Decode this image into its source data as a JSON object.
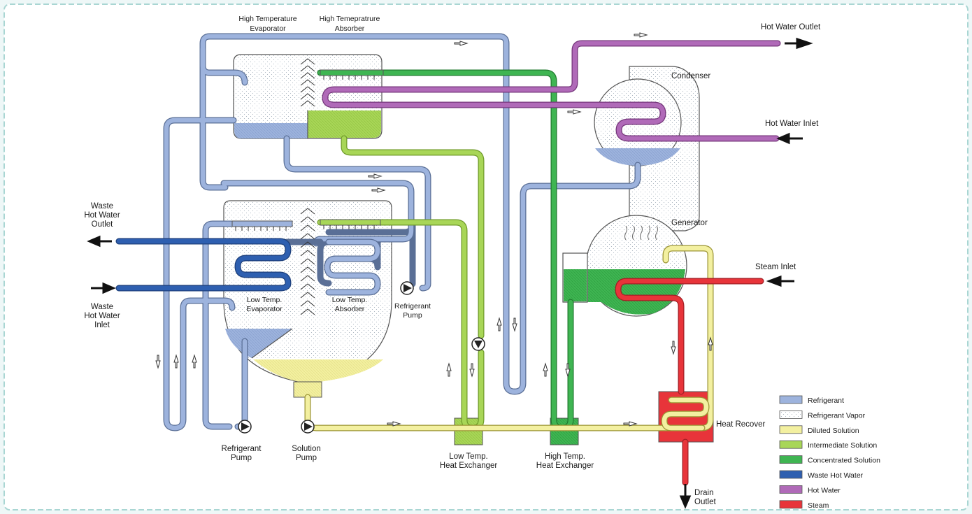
{
  "labels": {
    "high_temp_evaporator": [
      "High Temperature",
      "Evaporator"
    ],
    "high_temp_absorber": [
      "High Temepratrure",
      "Absorber"
    ],
    "hot_water_outlet": "Hot Water Outlet",
    "hot_water_inlet": "Hot Water Inlet",
    "condenser": "Condenser",
    "generator": "Generator",
    "steam_inlet": "Steam Inlet",
    "waste_hot_water_outlet": [
      "Waste",
      "Hot Water",
      "Outlet"
    ],
    "waste_hot_water_inlet": [
      "Waste",
      "Hot Water",
      "Inlet"
    ],
    "low_temp_evaporator": [
      "Low Temp.",
      "Evaporator"
    ],
    "low_temp_absorber": [
      "Low Temp.",
      "Absorber"
    ],
    "refrigerant_pump_upper": [
      "Refrigerant",
      "Pump"
    ],
    "refrigerant_pump_lower": [
      "Refrigerant",
      "Pump"
    ],
    "solution_pump": [
      "Solution",
      "Pump"
    ],
    "low_temp_heat_exchanger": [
      "Low Temp.",
      "Heat Exchanger"
    ],
    "high_temp_heat_exchanger": [
      "High Temp.",
      "Heat Exchanger"
    ],
    "heat_recover": "Heat Recover",
    "drain_outlet": [
      "Drain",
      "Outlet"
    ]
  },
  "legend": [
    {
      "label": "Refrigerant",
      "color": "#9db3dd"
    },
    {
      "label": "Refrigerant Vapor",
      "color": "#ffffff"
    },
    {
      "label": "Diluted Solution",
      "color": "#f3f0a0"
    },
    {
      "label": "Intermediate Solution",
      "color": "#a8d657"
    },
    {
      "label": "Concentrated Solution",
      "color": "#3fb552"
    },
    {
      "label": "Waste Hot Water",
      "color": "#2e5fb0"
    },
    {
      "label": "Hot Water",
      "color": "#b06ab8"
    },
    {
      "label": "Steam",
      "color": "#e8343a"
    }
  ]
}
